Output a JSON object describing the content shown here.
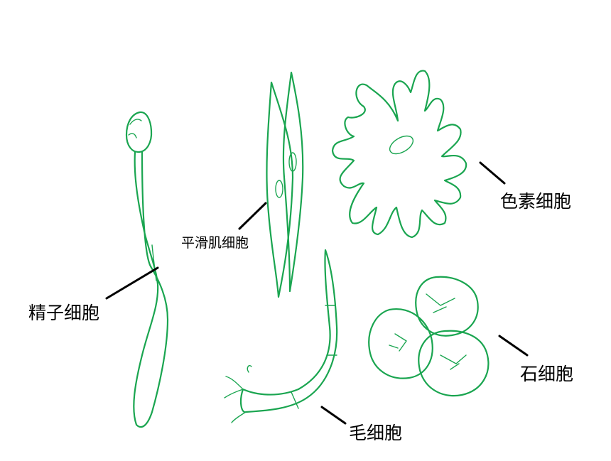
{
  "labels": {
    "sperm_cell": "精子细胞",
    "smooth_muscle_cell": "平滑肌细胞",
    "pigment_cell": "色素细胞",
    "stone_cell": "石细胞",
    "hair_cell": "毛细胞"
  },
  "colors": {
    "cell_stroke": "#1aa550",
    "label_text": "#000000",
    "background": "#ffffff"
  }
}
